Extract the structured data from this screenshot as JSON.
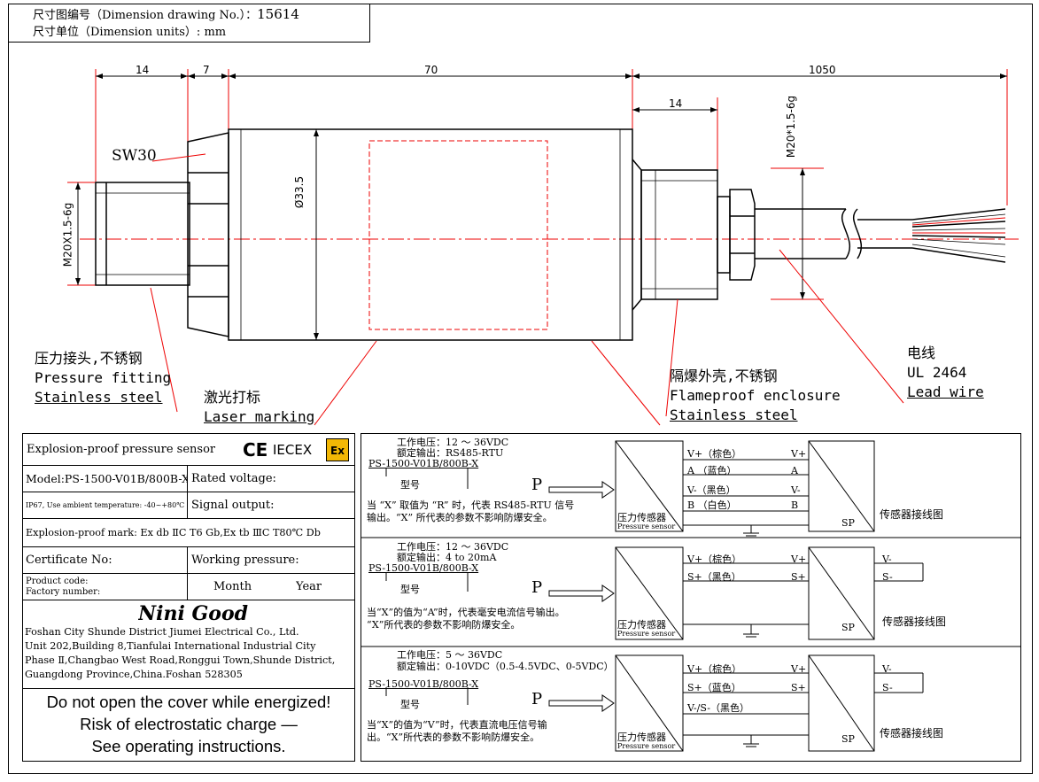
{
  "header": {
    "drawing_no_label": "尺寸图编号（Dimension drawing No.）：",
    "drawing_no": "15614",
    "units_label": "尺寸单位（Dimension units）: mm"
  },
  "dimensions": {
    "d14": "14",
    "d7": "7",
    "d70": "70",
    "d1050": "1050",
    "d14b": "14",
    "thread_left": "M20X1.5-6g",
    "thread_right": "M20*1.5-6g",
    "diameter": "Ø33.5",
    "sw": "SW30"
  },
  "callouts": {
    "fitting_cn": "压力接头,不锈钢",
    "fitting_en1": "Pressure fitting",
    "fitting_en2": "Stainless steel",
    "laser_cn": "激光打标",
    "laser_en": "Laser marking",
    "enclosure_cn": "隔爆外壳,不锈钢",
    "enclosure_en1": "Flameproof enclosure",
    "enclosure_en2": "Stainless steel",
    "wire_cn": "电线",
    "wire_en1": "UL 2464",
    "wire_en2": "Lead wire"
  },
  "nameplate": {
    "title": "Explosion-proof pressure sensor",
    "ce": "CE",
    "iecex": "IECEX",
    "ex": "Ex",
    "model": "Model:PS-1500-V01B/800B-X",
    "rated_voltage": "Rated voltage:",
    "ip": "IP67, Use ambient temperature: -40~+80℃",
    "signal_output": "Signal output:",
    "ex_mark": "Explosion-proof mark: Ex db ⅡC T6 Gb,Ex tb ⅢC T80℃ Db",
    "certificate": "Certificate No:",
    "working_pressure": "Working pressure:",
    "product_code": "Product code:",
    "factory_number": "Factory number:",
    "month": "Month",
    "year": "Year",
    "logo": "Nini Good",
    "company1": "Foshan City Shunde District Jiumei Electrical Co., Ltd.",
    "company2": "Unit 202,Building 8,Tianfulai International Industrial City",
    "company3": "Phase Ⅱ,Changbao West Road,Ronggui Town,Shunde District,",
    "company4": "Guangdong Province,China.Foshan 528305",
    "warn1": "Do not open the cover while energized!",
    "warn2": "Risk of electrostatic charge —",
    "warn3": "See operating instructions."
  },
  "wiring": [
    {
      "voltage": "工作电压：12 ～ 36VDC",
      "output": "额定输出：RS485-RTU",
      "model": "PS-1500-V01B/800B-X",
      "model_cn": "型号",
      "p": "P",
      "note1": "当 “X” 取值为 “R” 时，代表 RS485-RTU 信号",
      "note2": "输出。“X” 所代表的参数不影响防爆安全。",
      "sensor_cn": "压力传感器",
      "sensor_en": "Pressure sensor",
      "wires": [
        {
          "l": "V+（棕色）",
          "r": "V+"
        },
        {
          "l": "A （蓝色）",
          "r": "A"
        },
        {
          "l": "V-（黑色）",
          "r": "V-"
        },
        {
          "l": "B （白色）",
          "r": "B"
        }
      ],
      "sp": "SP",
      "diagram_cn": "传感器接线图",
      "out_labels": []
    },
    {
      "voltage": "工作电压：12 ～ 36VDC",
      "output": "额定输出：4 to 20mA",
      "model": "PS-1500-V01B/800B-X",
      "model_cn": "型号",
      "p": "P",
      "note1": "当“X”的值为“A”时，代表毫安电流信号输出。",
      "note2": "“X”所代表的参数不影响防爆安全。",
      "sensor_cn": "压力传感器",
      "sensor_en": "Pressure sensor",
      "wires": [
        {
          "l": "V+（棕色）",
          "r": "V+"
        },
        {
          "l": "S+（黑色）",
          "r": "S+"
        }
      ],
      "sp": "SP",
      "diagram_cn": "传感器接线图",
      "out_labels": [
        "V-",
        "S-"
      ]
    },
    {
      "voltage": "工作电压：5 ～ 36VDC",
      "output": "额定输出：0-10VDC（0.5-4.5VDC、0-5VDC）",
      "model": "PS-1500-V01B/800B-X",
      "model_cn": "型号",
      "p": "P",
      "note1": "当“X”的值为“V”时，代表直流电压信号输",
      "note2": "出。“X”所代表的参数不影响防爆安全。",
      "sensor_cn": "压力传感器",
      "sensor_en": "Pressure sensor",
      "wires": [
        {
          "l": "V+（棕色）",
          "r": "V+"
        },
        {
          "l": "S+（蓝色）",
          "r": "S+"
        },
        {
          "l": "V-/S-（黑色）",
          "r": ""
        }
      ],
      "sp": "SP",
      "diagram_cn": "传感器接线图",
      "out_labels": [
        "V-",
        "S-"
      ]
    }
  ]
}
